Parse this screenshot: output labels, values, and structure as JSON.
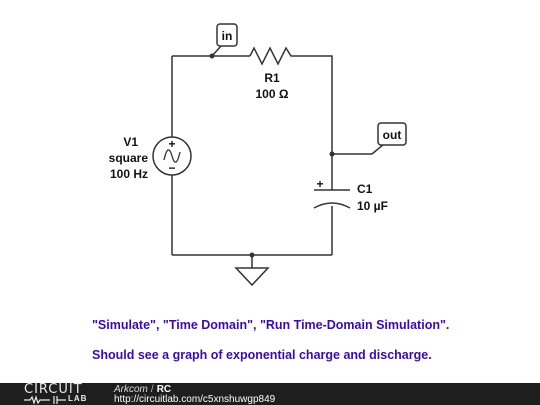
{
  "schematic": {
    "nodes": {
      "in": "in",
      "out": "out"
    },
    "r1": {
      "name": "R1",
      "value": "100 Ω"
    },
    "v1": {
      "name": "V1",
      "type": "square",
      "freq": "100 Hz",
      "plus": "+",
      "minus": "−"
    },
    "c1": {
      "name": "C1",
      "value": "10 µF",
      "plus": "+"
    }
  },
  "instructions": {
    "line1": "\"Simulate\", \"Time Domain\", \"Run Time-Domain Simulation\".",
    "line2": "Should see a graph of exponential charge and discharge."
  },
  "footer": {
    "logo_top": "CIRCUIT",
    "logo_bottom": "LAB",
    "author": "Arkcom",
    "separator": "/",
    "title": "RC",
    "url": "http://circuitlab.com/c5xnshuwgp849"
  },
  "colors": {
    "instruction_text": "#3a0ca3",
    "footer_bg": "#1e1e1e",
    "wire": "#333333"
  }
}
